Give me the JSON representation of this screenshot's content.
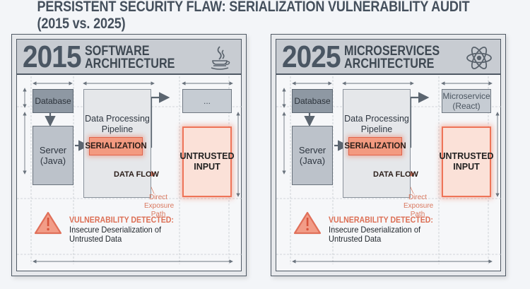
{
  "title": "PERSISTENT SECURITY FLAW: SERIALIZATION VULNERABILITY AUDIT (2015 vs. 2025)",
  "colors": {
    "accent": "#ee7458",
    "serialization_fill": "#f39a80",
    "untrusted_fill": "#fbe1d8",
    "header_bg": "#c8ccd2",
    "text_dark": "#45505d",
    "vuln_text": "#dc6f55"
  },
  "panels": [
    {
      "year": "2015",
      "title_line1": "SOFTWARE",
      "title_line2": "ARCHITECTURE",
      "icon": "java-coffee-cup-icon",
      "nodes": {
        "database": "Database",
        "server_line1": "Server",
        "server_line2": "(Java)",
        "pipeline_line1": "Data Processing",
        "pipeline_line2": "Pipeline",
        "serialization": "SERIALIZATION",
        "target_line1": "...",
        "target_line2": "",
        "untrusted_line1": "UNTRUSTED",
        "untrusted_line2": "INPUT",
        "data_flow": "DATA FLOW",
        "exposure_line1": "Direct",
        "exposure_line2": "Exposure",
        "exposure_line3": "Path"
      },
      "alert": {
        "icon": "warning-triangle-icon",
        "title": "VULNERABILITY DETECTED:",
        "line1": "Insecure Deserialization of",
        "line2": "Untrusted Data"
      }
    },
    {
      "year": "2025",
      "title_line1": "MICROSERVICES",
      "title_line2": "ARCHITECTURE",
      "icon": "react-atom-icon",
      "nodes": {
        "database": "Database",
        "server_line1": "Server",
        "server_line2": "(Java)",
        "pipeline_line1": "Data Processing",
        "pipeline_line2": "Pipeline",
        "serialization": "SERIALIZATION",
        "target_line1": "Microservice",
        "target_line2": "(React)",
        "untrusted_line1": "UNTRUSTED",
        "untrusted_line2": "INPUT",
        "data_flow": "DATA FLOW",
        "exposure_line1": "Direct",
        "exposure_line2": "Exposure",
        "exposure_line3": "Path"
      },
      "alert": {
        "icon": "warning-triangle-icon",
        "title": "VULNERABILITY DETECTED:",
        "line1": "Insecure Deserialization of",
        "line2": "Untrusted Data"
      }
    }
  ]
}
